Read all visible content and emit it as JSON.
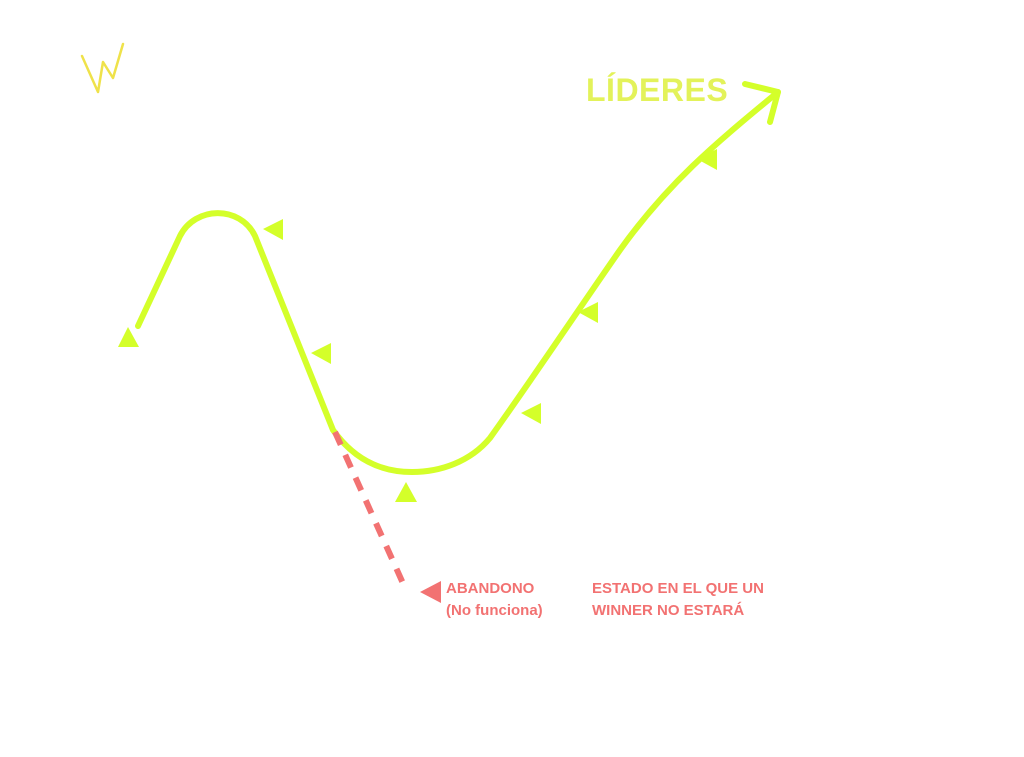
{
  "colors": {
    "background": "#ffffff",
    "main_path": "#d4ff2a",
    "arrow_markers": "#d4ff2a",
    "leaders_label": "#e3f25a",
    "abandon_path": "#f27272",
    "abandon_text": "#f27272",
    "logo": "#efe24a"
  },
  "logo": {
    "icon": "zigzag-logo-icon"
  },
  "labels": {
    "leaders": "LÍDERES",
    "abandon_line1": "ABANDONO",
    "abandon_line2": "(No funciona)",
    "note_line1": "ESTADO EN EL QUE UN",
    "note_line2": "WINNER NO ESTARÁ"
  },
  "markers": {
    "icon": "triangle-arrow-icon",
    "count": 8
  }
}
